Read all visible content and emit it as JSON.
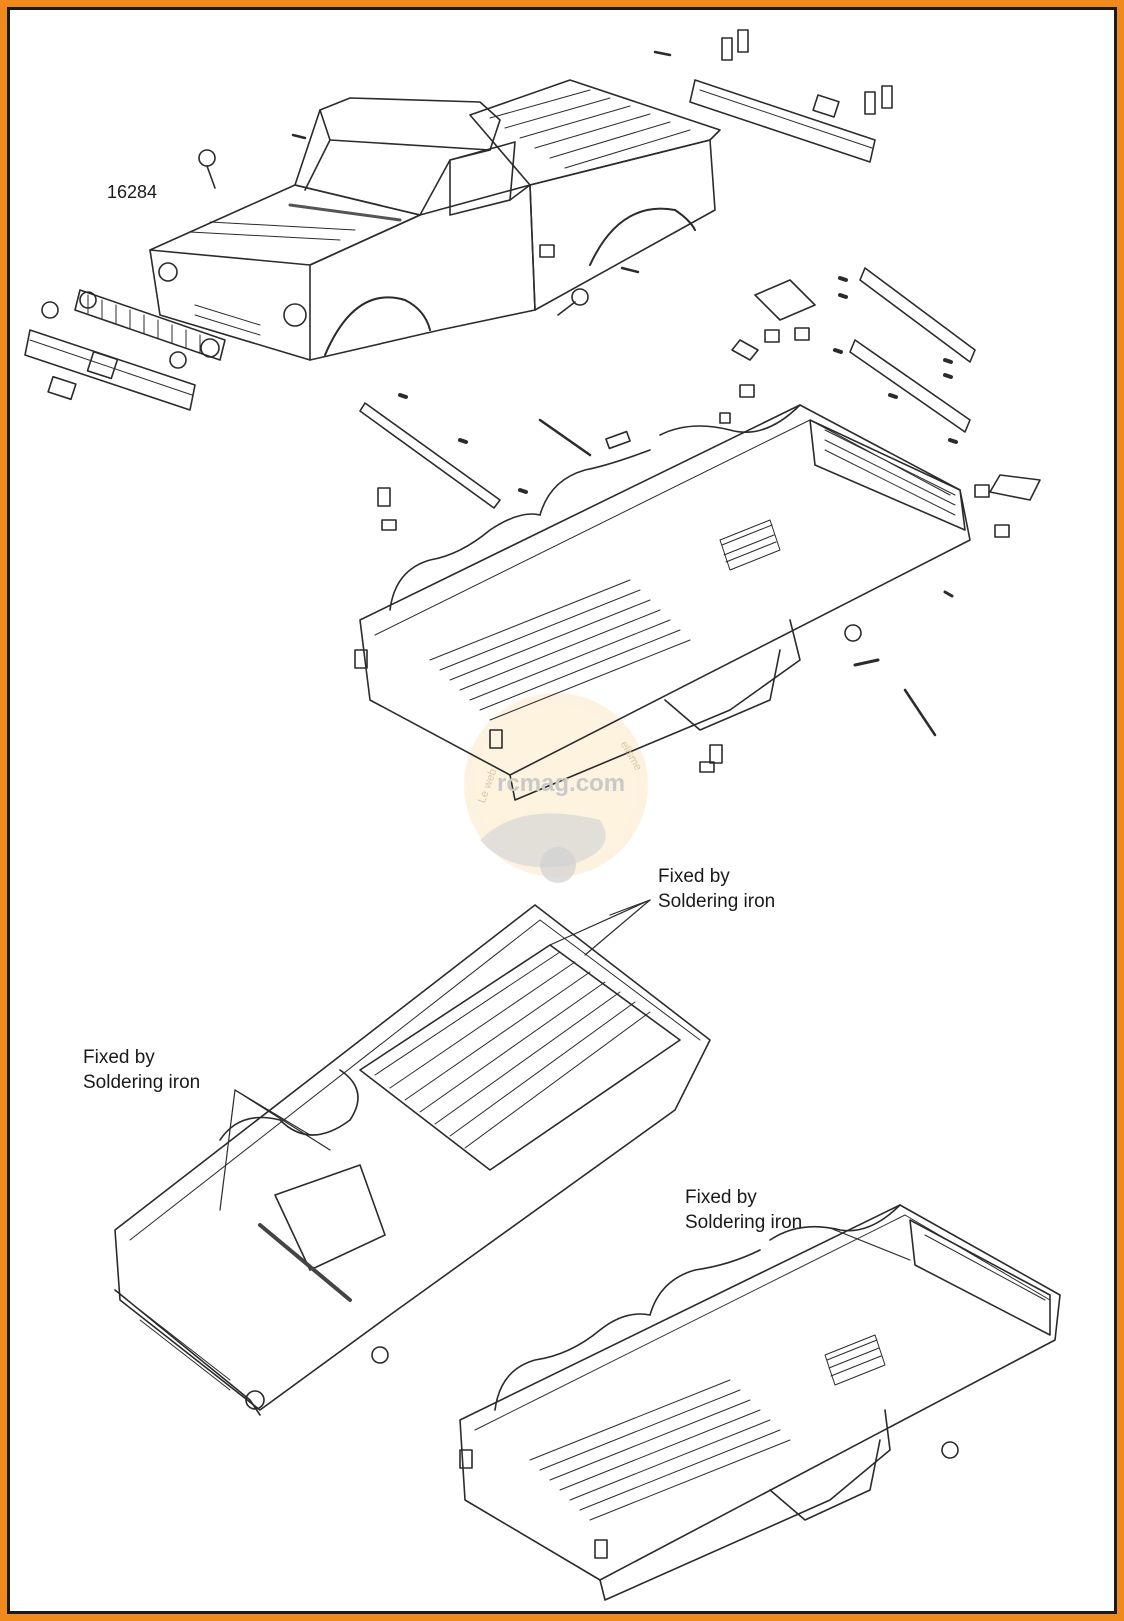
{
  "part_number": "16284",
  "callouts": [
    {
      "line1": "Fixed by",
      "line2": "Soldering iron"
    },
    {
      "line1": "Fixed by",
      "line2": "Soldering iron"
    },
    {
      "line1": "Fixed by",
      "line2": "Soldering iron"
    }
  ],
  "watermark": {
    "site": "rcmag.com",
    "arc_left": "Le web",
    "arc_right": "elisme"
  },
  "colors": {
    "frame": "#f08a1c",
    "line": "#2b2b2b",
    "watermark": "#f5d9a0"
  }
}
